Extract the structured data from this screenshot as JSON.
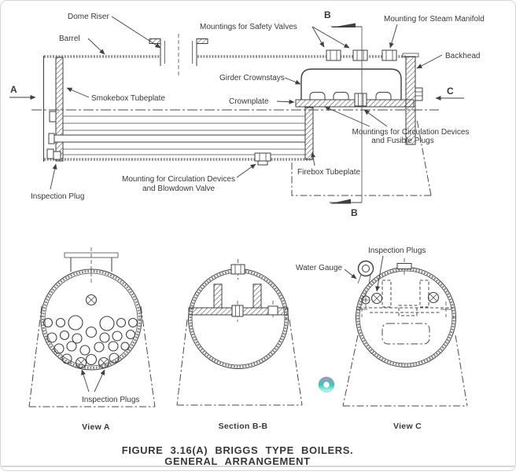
{
  "figure": {
    "caption_line1": "FIGURE 3.16(A) BRIGGS TYPE BOILERS.",
    "caption_line2": "GENERAL ARRANGEMENT"
  },
  "elevation_labels": {
    "dome_riser": "Dome Riser",
    "barrel": "Barrel",
    "smokebox_tubeplate": "Smokebox Tubeplate",
    "mountings_for_safety_valves": "Mountings for Safety Valves",
    "mounting_for_steam_manifold": "Mounting for Steam Manifold",
    "backhead": "Backhead",
    "girder_crownstays": "Girder Crownstays",
    "crownplate": "Crownplate",
    "mountings_circulation_fusible_line1": "Mountings for Circulation Devices",
    "mountings_circulation_fusible_line2": "and Fusible Plugs",
    "firebox_tubeplate": "Firebox Tubeplate",
    "mounting_circulation_blowdown_line1": "Mounting for Circulation Devices",
    "mounting_circulation_blowdown_line2": "and Blowdown Valve",
    "inspection_plug": "Inspection Plug"
  },
  "section_marks": {
    "a": "A",
    "b": "B",
    "c": "C"
  },
  "views": {
    "view_a": {
      "title": "View A",
      "inspection_plugs_label": "Inspection Plugs"
    },
    "section_bb": {
      "title": "Section B-B",
      "water_gauge_label": "Water Gauge"
    },
    "view_c": {
      "title": "View C",
      "inspection_plugs_label": "Inspection Plugs"
    }
  },
  "colors": {
    "ink": "#3f3f3f",
    "shell_tone": "#8b8b8b",
    "teal_ring": "#45cdc3",
    "page_border": "#d6d6d6"
  }
}
